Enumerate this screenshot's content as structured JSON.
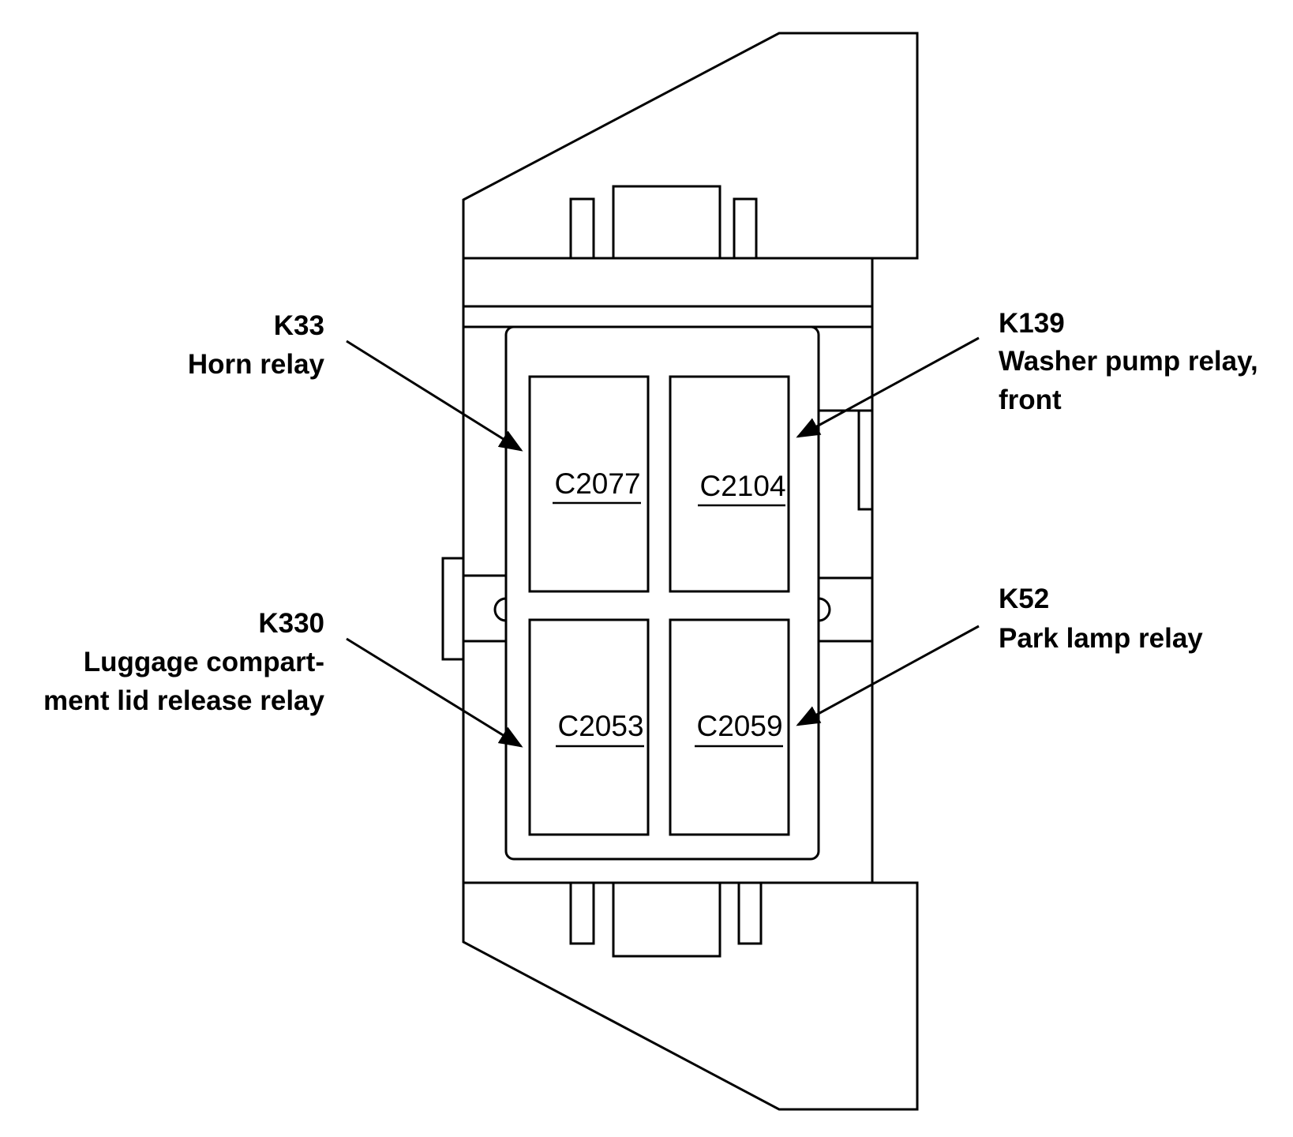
{
  "callouts": {
    "k33": {
      "id": "K33",
      "desc": [
        "Horn relay"
      ]
    },
    "k139": {
      "id": "K139",
      "desc": [
        "Washer pump relay,",
        "front"
      ]
    },
    "k330": {
      "id": "K330",
      "desc": [
        "Luggage compart-",
        "ment lid release relay"
      ]
    },
    "k52": {
      "id": "K52",
      "desc": [
        "Park lamp relay"
      ]
    }
  },
  "relays": {
    "top_left": "C2077",
    "top_right": "C2104",
    "bottom_left": "C2053",
    "bottom_right": "C2059"
  }
}
